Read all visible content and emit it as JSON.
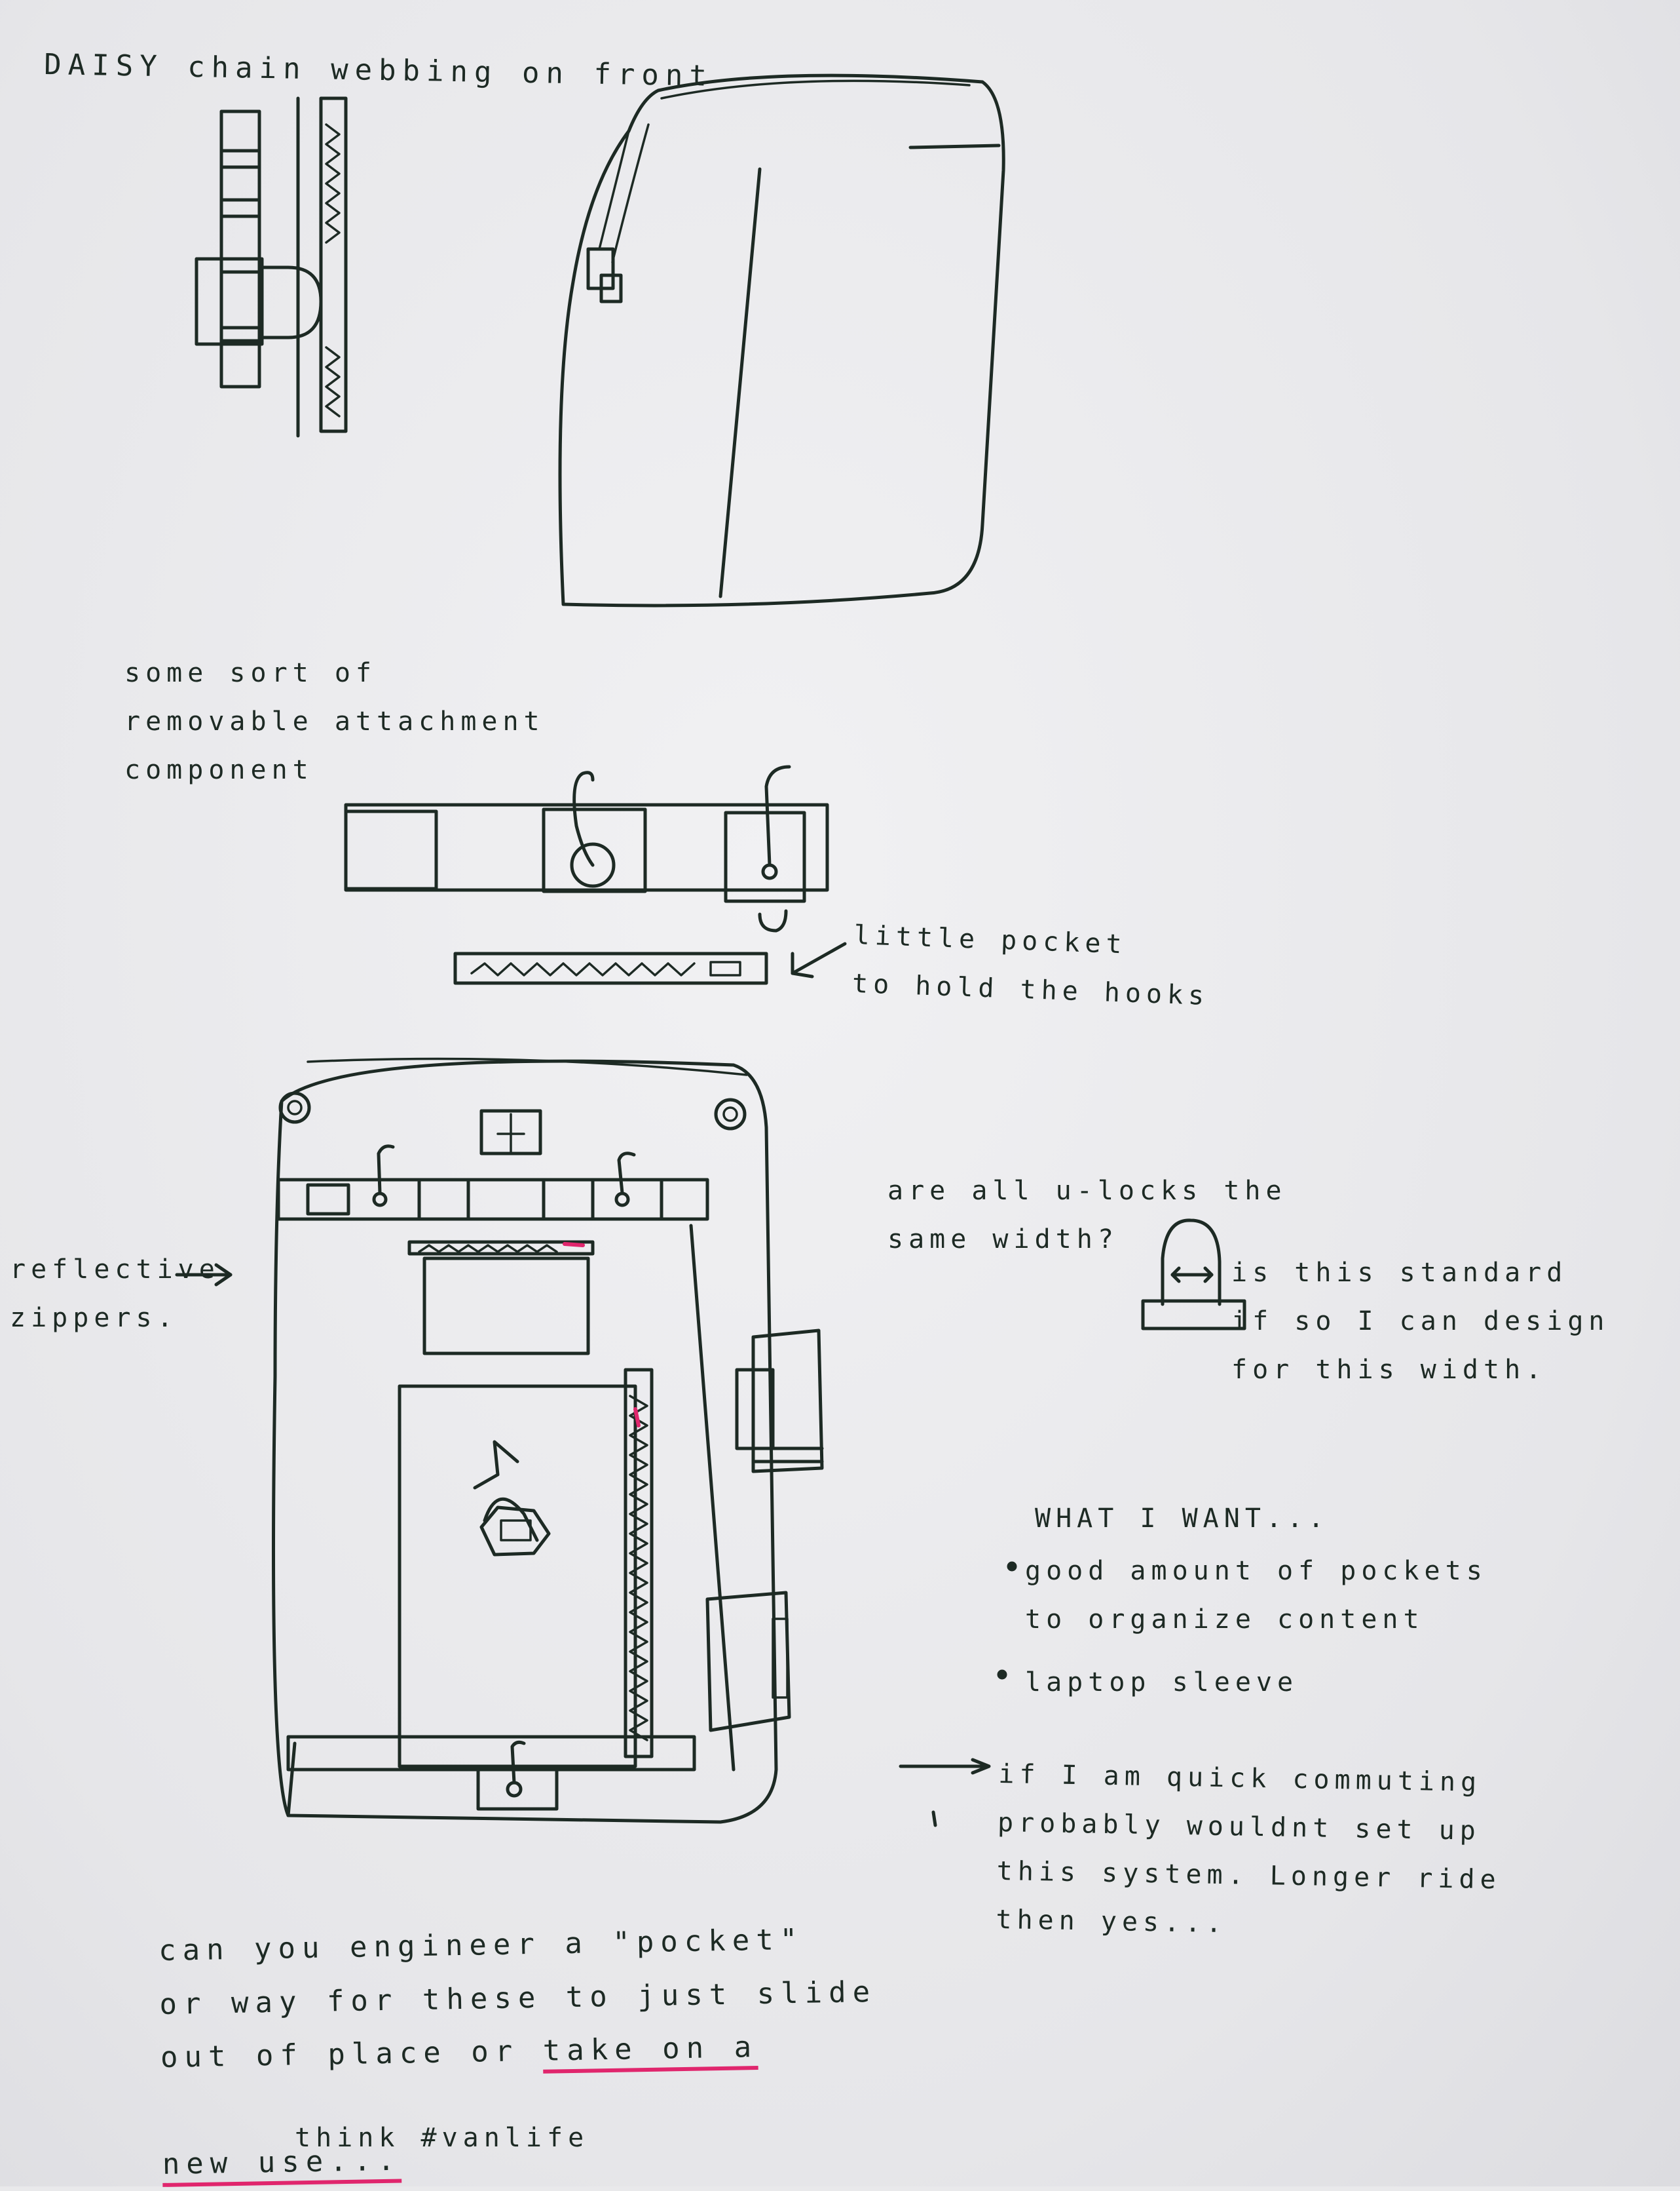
{
  "notes": {
    "daisy_chain": "DAISY chain webbing on front",
    "removable": "some sort of\nremovable attachment\ncomponent",
    "little_pocket": "little pocket\nto hold the hooks",
    "reflective": "reflective\nzippers.",
    "ulocks_q": "are all u-locks the\nsame width?",
    "standard": "is this standard\nif so I can design\nfor this width.",
    "want_title": "WHAT I WANT...",
    "want_1": "good amount of pockets\nto organize content",
    "want_2": "laptop sleeve",
    "commute": "if I am quick commuting\nprobably wouldnt set up\nthis system. Longer ride\nthen yes...",
    "engineer_1": "can you engineer a \"pocket\"\nor way for these to just slide\nout of place or ",
    "engineer_underlined_1": "take on a",
    "engineer_underlined_2": "new use...",
    "vanlife": "think #vanlife"
  }
}
